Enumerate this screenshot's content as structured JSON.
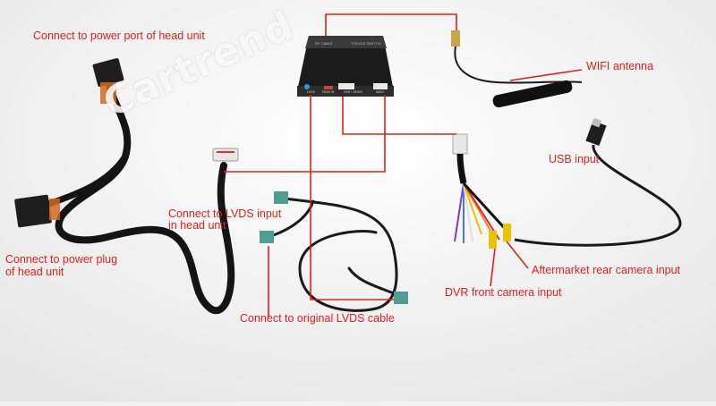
{
  "brand_watermark": "Cartrend",
  "colors": {
    "callout": "#e0201b",
    "cable": "#141414",
    "box": "#2a2a2a",
    "connector_teal": "#4f9c92"
  },
  "labels": {
    "power_port": "Connect to power port of head unit",
    "power_plug_line1": "Connect to power plug",
    "power_plug_line2": "of head unit",
    "lvds_input_line1": "Connect to LVDS input",
    "lvds_input_line2": "in head unit",
    "original_lvds": "Connect to original LVDS cable",
    "wifi": "WIFI antenna",
    "usb": "USB input",
    "rear_camera": "Aftermarket rear camera input",
    "front_camera": "DVR front camera input"
  },
  "box_labels": {
    "top_left": "RF CABLE",
    "top_right": "TOGGLE SWITCH",
    "front_1": "LVDS",
    "front_2": "HDMI IN",
    "front_3": "USB / VIDEO",
    "front_4": "MAIN"
  },
  "wire_colors": [
    "#7a3bd1",
    "#3f7be0",
    "#e0e0e0",
    "#f0c000",
    "#e8872a",
    "#d43030",
    "#2a8a3a"
  ]
}
